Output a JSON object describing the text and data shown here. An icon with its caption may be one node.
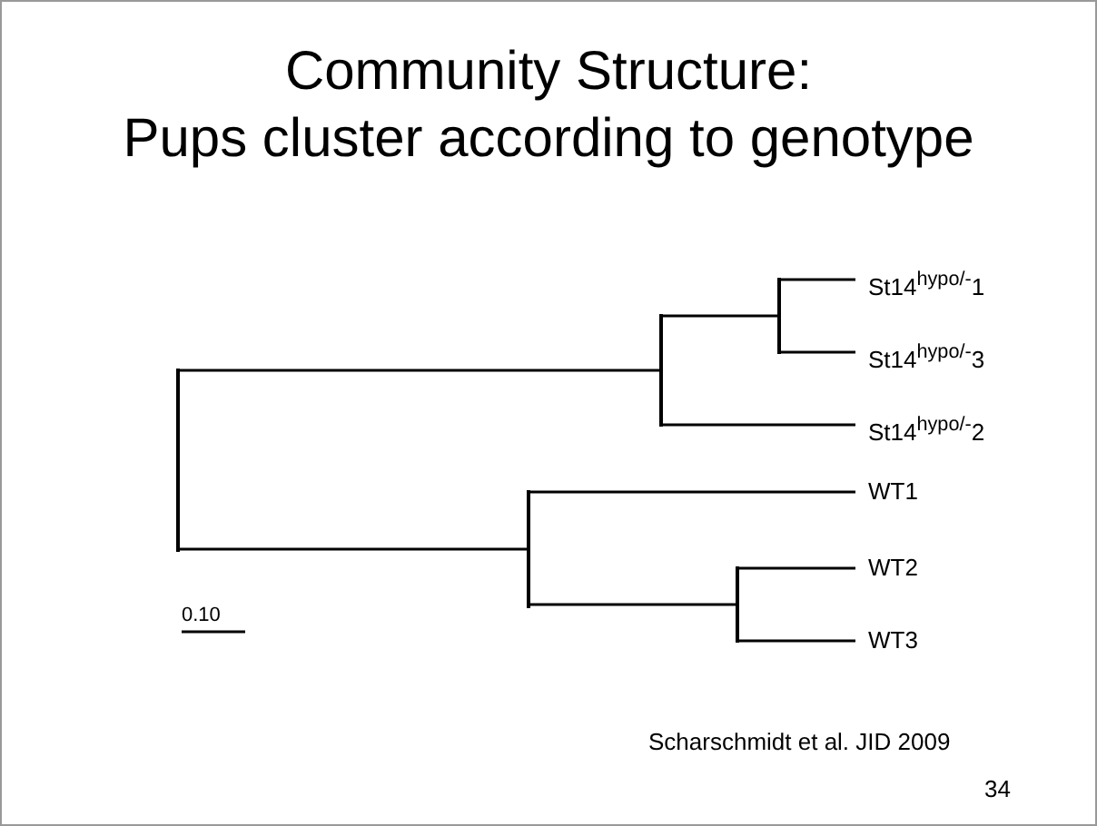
{
  "diagram": {
    "title": "Community Structure: Pups cluster according to genotype",
    "nodes": [
      {
        "text": [],
        "shape": "bar"
      },
      {
        "text": [],
        "shape": "bar"
      },
      {
        "text": [],
        "shape": "bar"
      },
      {
        "text": [
          "St14$^{hypo/-}$1"
        ]
      },
      {
        "text": [
          "St14$^{hypo/-}$3"
        ]
      },
      {
        "text": [
          "St14$^{hypo/-}$2"
        ]
      },
      {
        "text": [],
        "shape": "bar"
      },
      {
        "text": [
          "WT1"
        ]
      },
      {
        "text": [],
        "shape": "bar"
      },
      {
        "text": [
          "WT2"
        ]
      },
      {
        "text": [
          "WT3"
        ]
      }
    ],
    "edges": [
      {
        "from": 0,
        "to": 1,
        "arrow": "none"
      },
      {
        "from": 1,
        "to": 2,
        "arrow": "none"
      },
      {
        "from": 2,
        "to": 3,
        "arrow": "none"
      },
      {
        "from": 2,
        "to": 4,
        "arrow": "none"
      },
      {
        "from": 1,
        "to": 5,
        "arrow": "none"
      },
      {
        "from": 0,
        "to": 6,
        "arrow": "none"
      },
      {
        "from": 6,
        "to": 7,
        "arrow": "none"
      },
      {
        "from": 6,
        "to": 8,
        "arrow": "none"
      },
      {
        "from": 8,
        "to": 9,
        "arrow": "none"
      },
      {
        "from": 8,
        "to": 10,
        "arrow": "none"
      }
    ],
    "labels": [
      "0.10",
      "Scharschmidt et al. JID 2009",
      "34"
    ]
  }
}
